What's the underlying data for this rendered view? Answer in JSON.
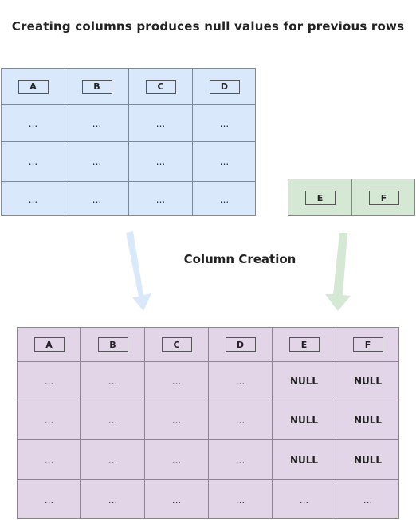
{
  "title": "Creating columns produces null values for previous rows",
  "caption": "Column Creation",
  "top_table": {
    "headers": [
      "A",
      "B",
      "C",
      "D"
    ],
    "rows": [
      [
        "...",
        "...",
        "...",
        "..."
      ],
      [
        "...",
        "...",
        "...",
        "..."
      ],
      [
        "...",
        "...",
        "...",
        "..."
      ]
    ]
  },
  "new_columns": {
    "headers": [
      "E",
      "F"
    ]
  },
  "result_table": {
    "headers": [
      "A",
      "B",
      "C",
      "D",
      "E",
      "F"
    ],
    "rows": [
      [
        "...",
        "...",
        "...",
        "...",
        "NULL",
        "NULL"
      ],
      [
        "...",
        "...",
        "...",
        "...",
        "NULL",
        "NULL"
      ],
      [
        "...",
        "...",
        "...",
        "...",
        "NULL",
        "NULL"
      ],
      [
        "...",
        "...",
        "...",
        "...",
        "...",
        "..."
      ]
    ]
  },
  "colors": {
    "top": "#dae8fc",
    "new": "#d5e8d4",
    "result": "#e1d5e7",
    "arrow_blue": "#dae8fc",
    "arrow_green": "#d5e8d4"
  }
}
